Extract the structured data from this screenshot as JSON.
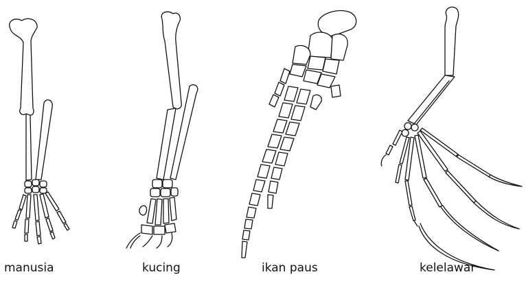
{
  "figure": {
    "panels": [
      {
        "label": "manusia"
      },
      {
        "label": "kucing"
      },
      {
        "label": "ikan paus"
      },
      {
        "label": "kelelawar"
      }
    ]
  }
}
